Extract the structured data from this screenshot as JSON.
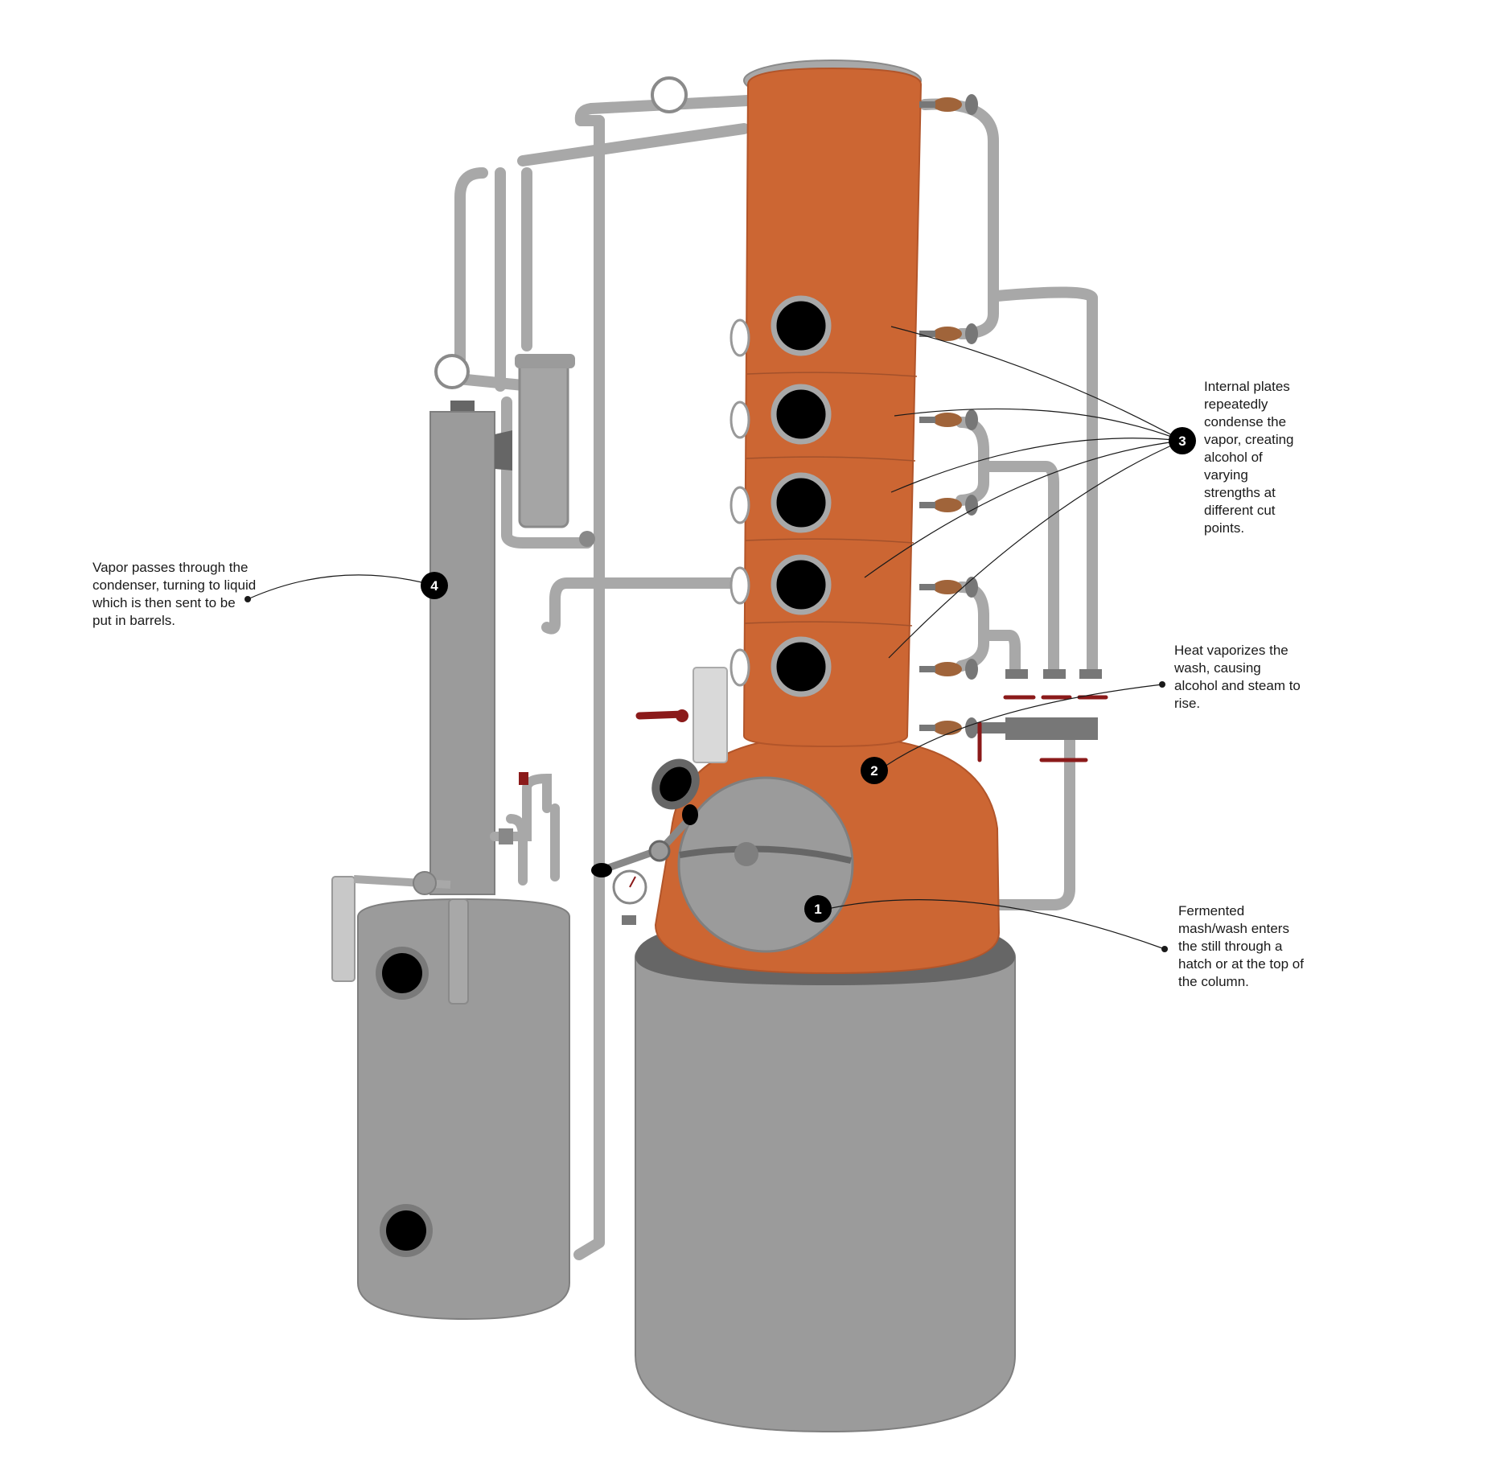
{
  "colors": {
    "copper": "#cc6633",
    "steel": "#9b9b9b",
    "steel_dark": "#666666",
    "pipe": "#a8a8a8",
    "port": "#000000",
    "valve_red": "#8b1a1a",
    "valve_brown": "#a0643a",
    "marker": "#000000"
  },
  "callouts": [
    {
      "number": "1",
      "text": "Fermented mash/wash enters the still through a hatch or at the top of the column."
    },
    {
      "number": "2",
      "text": "Heat vaporizes the wash, causing alcohol and steam to rise."
    },
    {
      "number": "3",
      "text": "Internal plates repeatedly condense the vapor, creating alcohol of varying strengths at different cut points."
    },
    {
      "number": "4",
      "text": "Vapor passes through the condenser, turning to liquid which is then sent to be put in barrels."
    }
  ]
}
